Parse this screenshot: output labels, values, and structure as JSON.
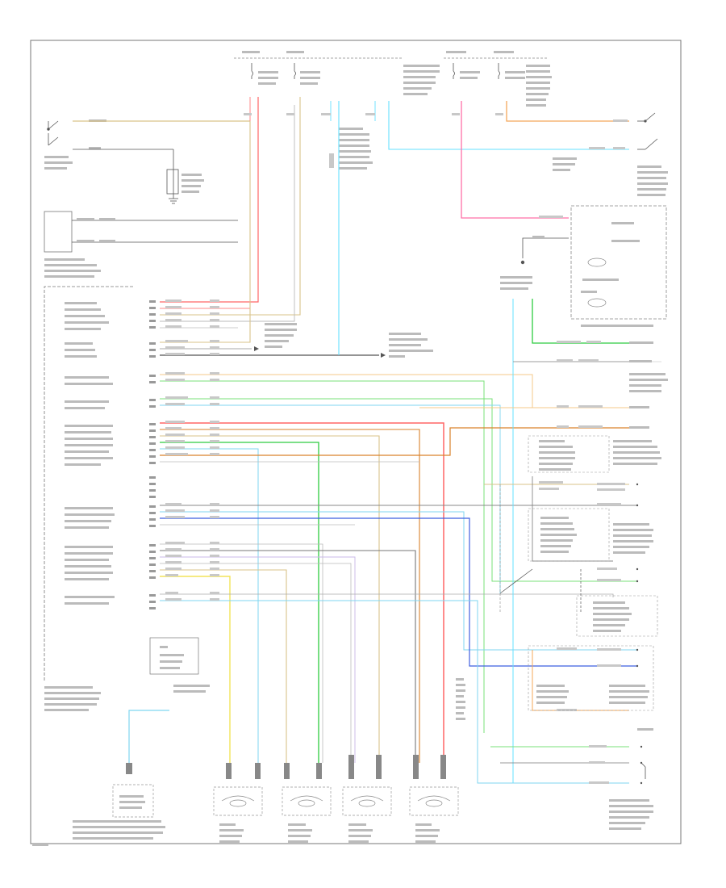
{
  "diagram": {
    "title": "",
    "frame_label": "",
    "footer_code": "",
    "colors": {
      "red": "#ff6666",
      "pink": "#ff6fa8",
      "orange": "#f4a85a",
      "tan": "#d9c38a",
      "yellow": "#f2e35a",
      "light_green": "#79e079",
      "green": "#2ecc40",
      "cyan": "#66e0ff",
      "light_blue": "#7fd6f0",
      "blue": "#3f5fe0",
      "purple": "#a78bfa",
      "gray": "#888888",
      "dark_gray": "#555555",
      "lavender": "#c8b8e8",
      "brown_orange": "#d9822b",
      "frame": "#777777"
    },
    "components": [
      {
        "id": "traction-disable-switch",
        "icon": "switch-icon"
      },
      {
        "id": "fused-power-top",
        "icon": "fuse-icon"
      },
      {
        "id": "ebcm-module",
        "icon": "module-icon"
      },
      {
        "id": "instrument-panel-cluster",
        "icon": "cluster-icon"
      },
      {
        "id": "stop-lamp-switch",
        "icon": "switch-icon"
      },
      {
        "id": "brake-pressure-sensor",
        "icon": "sensor-icon"
      },
      {
        "id": "lateral-accelerometer",
        "icon": "sensor-icon"
      },
      {
        "id": "yaw-rate-sensor",
        "icon": "sensor-icon"
      },
      {
        "id": "steering-wheel-sensor",
        "icon": "sensor-icon"
      },
      {
        "id": "electronic-brake-motor-pack",
        "icon": "connector-icon"
      },
      {
        "id": "left-rear-wheel-speed-sensor",
        "icon": "sensor-icon"
      },
      {
        "id": "right-rear-wheel-speed-sensor",
        "icon": "sensor-icon"
      },
      {
        "id": "right-front-wheel-speed-sensor",
        "icon": "sensor-icon"
      },
      {
        "id": "left-front-wheel-speed-sensor",
        "icon": "sensor-icon"
      }
    ]
  }
}
